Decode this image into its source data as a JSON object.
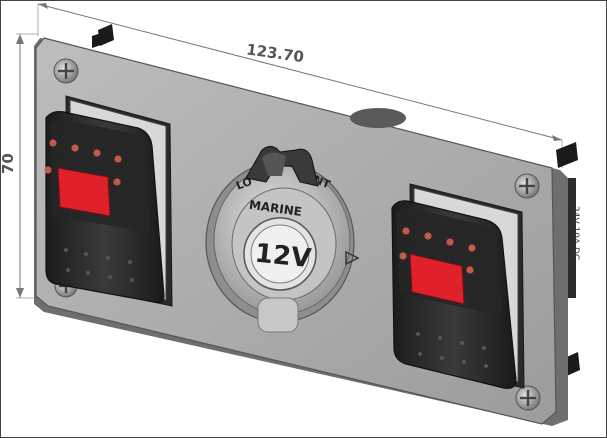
{
  "dimensions": {
    "width_label": "123.70",
    "height_label": "70"
  },
  "socket": {
    "ring_text": "MARINE",
    "voltage_label": "12V",
    "lock_label_left": "LO",
    "lock_label_right": "INT"
  },
  "side_label": {
    "text": "24V 10A DC"
  },
  "colors": {
    "plate": "#a8a8a8",
    "switch_body": "#2a2a2a",
    "switch_lens": "#e0202a",
    "indicator_led": "#c05a4a"
  }
}
